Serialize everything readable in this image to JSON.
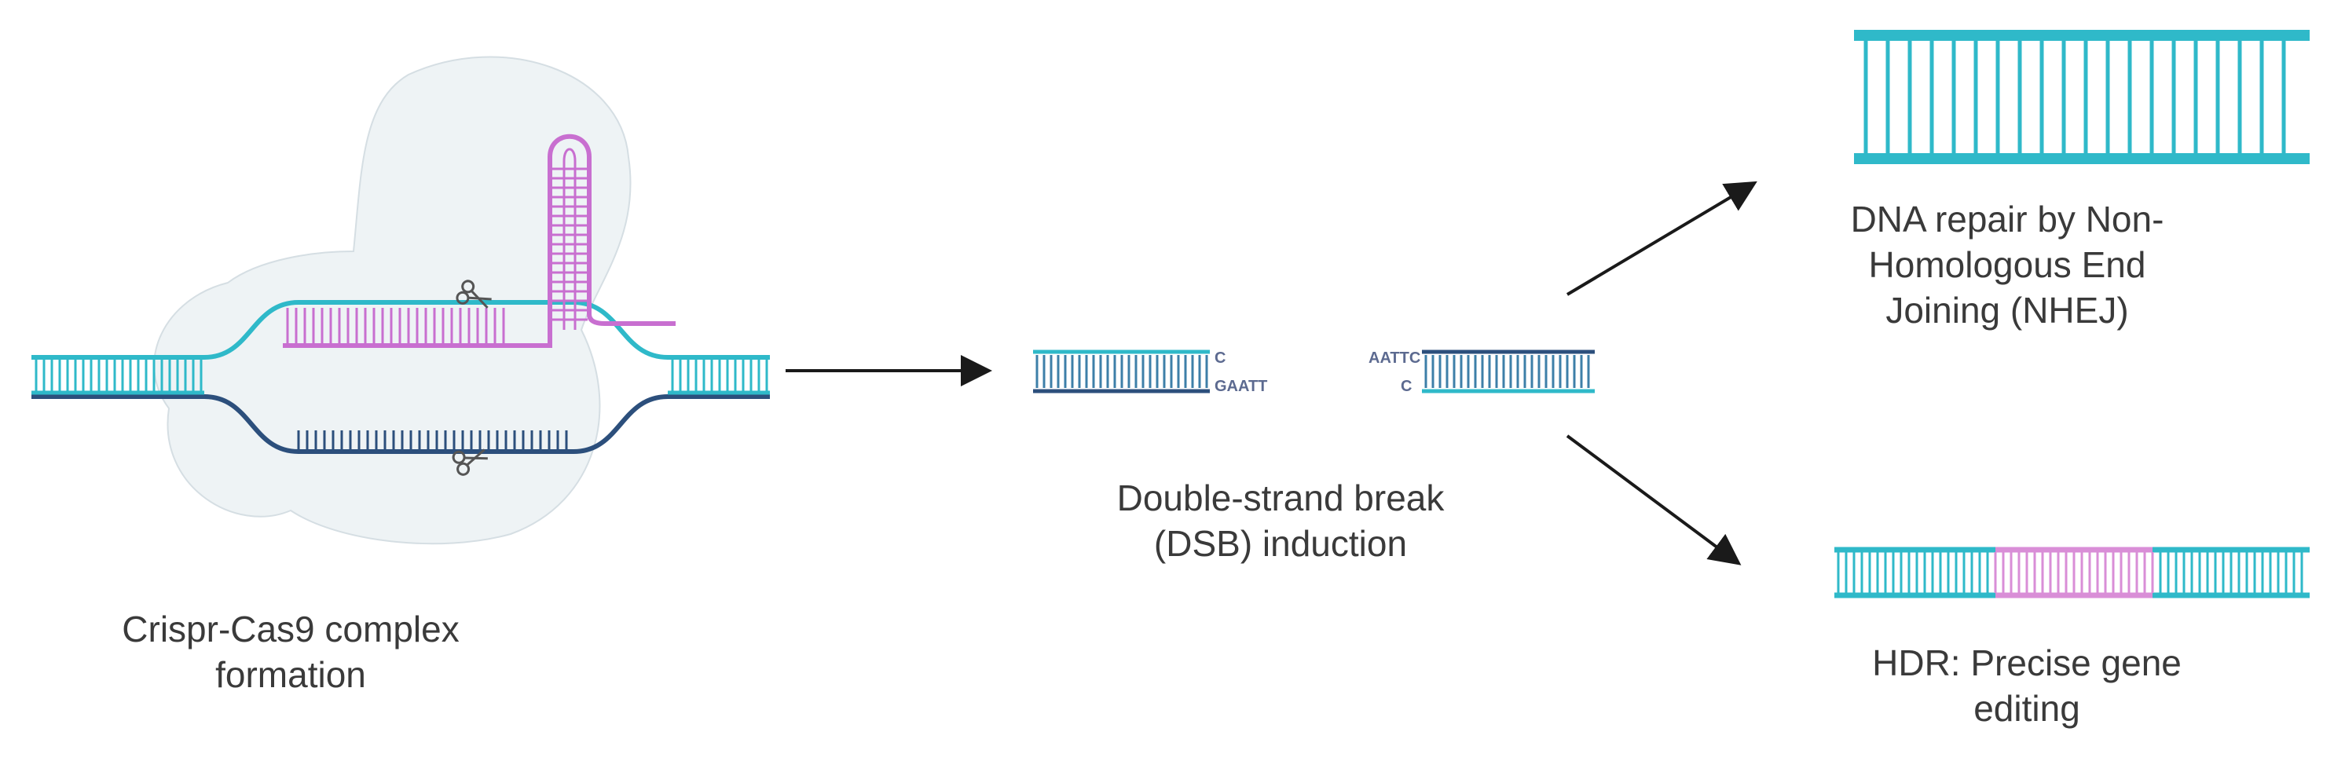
{
  "captions": {
    "complex": [
      "Crispr-Cas9 complex",
      "formation"
    ],
    "dsb": [
      "Double-strand break",
      "(DSB) induction"
    ],
    "nhej": [
      "DNA repair by Non-",
      "Homologous End",
      "Joining (NHEJ)"
    ],
    "hdr": [
      "HDR: Precise gene",
      "editing"
    ]
  },
  "sticky_ends": {
    "left_top": "C",
    "left_bottom": "GAATT",
    "right_top": "AATTC",
    "right_bottom": "C"
  },
  "colors": {
    "strand_teal": "#2fb9c9",
    "strand_navy": "#2c4f7c",
    "guide_rna": "#c86fd0",
    "hdr_insert": "#d98ed7",
    "arrow": "#1a1a1a",
    "complex_blob": "#eef3f5"
  }
}
